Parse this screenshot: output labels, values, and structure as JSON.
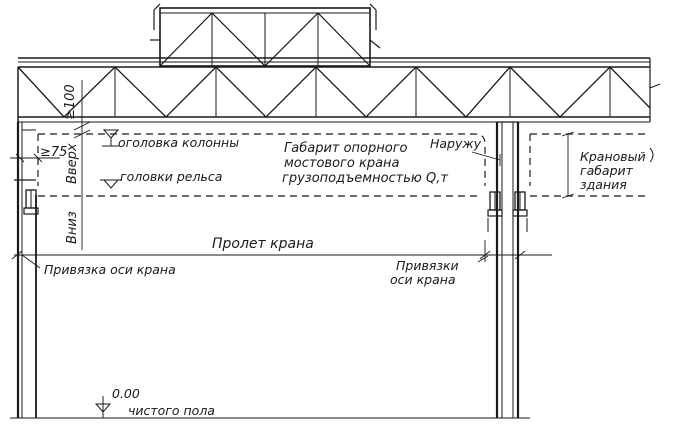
{
  "labels": {
    "top_min": "≥100",
    "side_min": "≥75",
    "up": "Вверх",
    "down": "Вниз",
    "column_head": "оголовка колонны",
    "rail_head": "головки рельса",
    "crane_clearance_line1": "Габарит опорного",
    "crane_clearance_line2": "мостового крана",
    "crane_clearance_line3": "грузоподъемностью Q,т",
    "outward": "Наружу",
    "building_line1": "Крановый",
    "building_line2": "габарит",
    "building_line3": "здания",
    "span": "Пролет крана",
    "binding_left": "Привязка оси крана",
    "binding_right_line1": "Привязки",
    "binding_right_line2": "оси крана",
    "floor_level": "0.00",
    "floor_text": "чистого пола"
  }
}
